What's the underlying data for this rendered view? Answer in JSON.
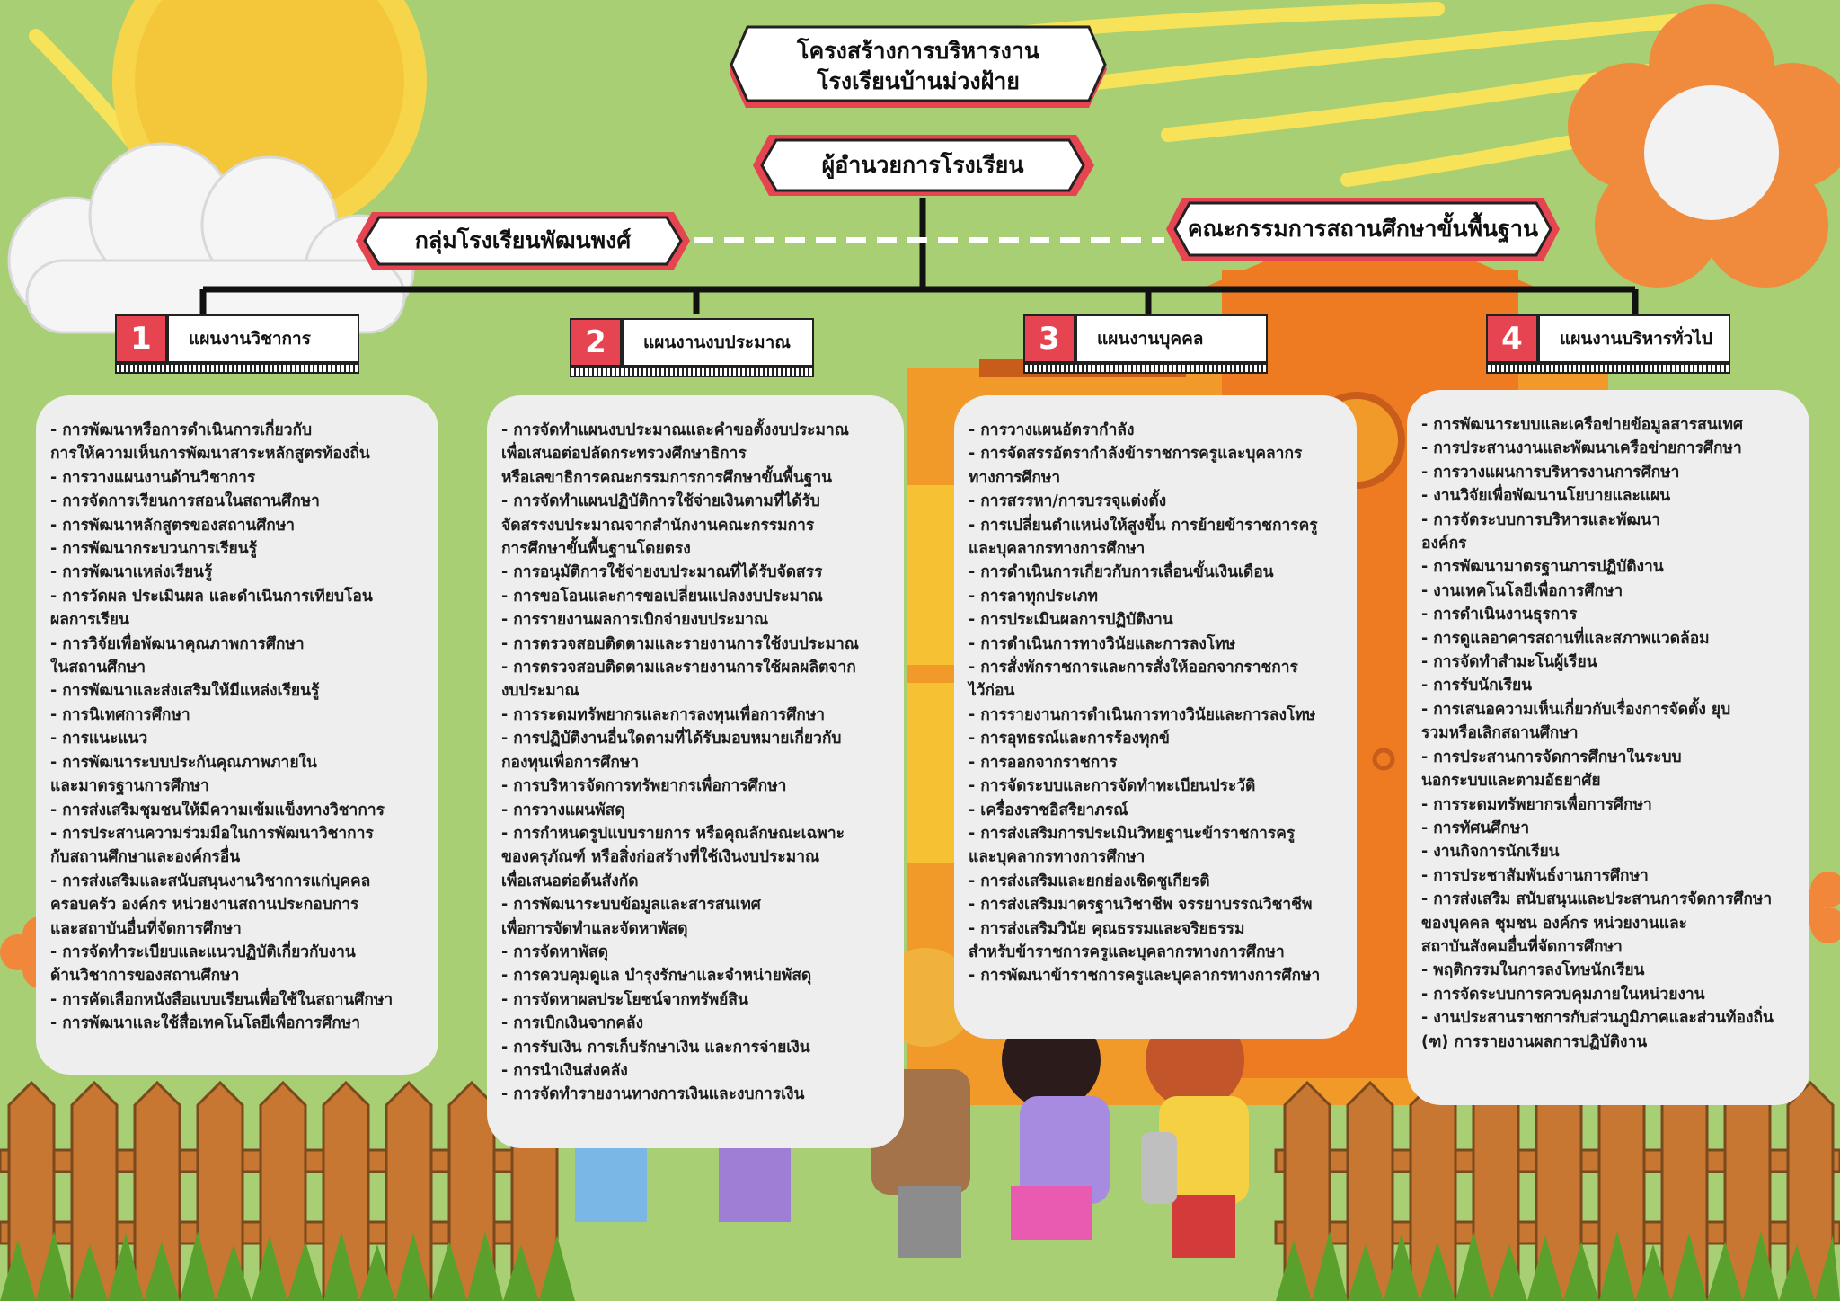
{
  "title": {
    "line1": "โครงสร้างการบริหารงาน",
    "line2": "โรงเรียนบ้านม่วงฝ้าย"
  },
  "director": "ผู้อำนวยการโรงเรียน",
  "left_group": "กลุ่มโรงเรียนพัฒนพงศ์",
  "right_group": "คณะกรรมการสถานศึกษาขั้นพื้นฐาน",
  "colors": {
    "accent": "#e74451",
    "background": "#a8cf74",
    "panel": "#eeeeee"
  },
  "plans": [
    {
      "number": "1",
      "label": "แผนงานวิชาการ",
      "items": [
        "- การพัฒนาหรือการดำเนินการเกี่ยวกับ\nการให้ความเห็นการพัฒนาสาระหลักสูตรท้องถิ่น",
        "- การวางแผนงานด้านวิชาการ",
        "- การจัดการเรียนการสอนในสถานศึกษา",
        "- การพัฒนาหลักสูตรของสถานศึกษา",
        "- การพัฒนากระบวนการเรียนรู้",
        "- การพัฒนาแหล่งเรียนรู้",
        "- การวัดผล ประเมินผล และดำเนินการเทียบโอน\nผลการเรียน",
        "- การวิจัยเพื่อพัฒนาคุณภาพการศึกษา\nในสถานศึกษา",
        "- การพัฒนาและส่งเสริมให้มีแหล่งเรียนรู้",
        "- การนิเทศการศึกษา",
        "- การแนะแนว",
        "- การพัฒนาระบบประกันคุณภาพภายใน\nและมาตรฐานการศึกษา",
        "- การส่งเสริมชุมชนให้มีความเข้มแข็งทางวิชาการ",
        "- การประสานความร่วมมือในการพัฒนาวิชาการ\nกับสถานศึกษาและองค์กรอื่น",
        "- การส่งเสริมและสนับสนุนงานวิชาการแก่บุคคล\nครอบครัว องค์กร หน่วยงานสถานประกอบการ\nและสถาบันอื่นที่จัดการศึกษา",
        "- การจัดทำระเบียบและแนวปฏิบัติเกี่ยวกับงาน\nด้านวิชาการของสถานศึกษา",
        "- การคัดเลือกหนังสือแบบเรียนเพื่อใช้ในสถานศึกษา",
        "- การพัฒนาและใช้สื่อเทคโนโลยีเพื่อการศึกษา"
      ]
    },
    {
      "number": "2",
      "label": "แผนงานงบประมาณ",
      "items": [
        "- การจัดทำแผนงบประมาณและคำขอตั้งงบประมาณ\nเพื่อเสนอต่อปลัดกระทรวงศึกษาธิการ\nหรือเลขาธิการคณะกรรมการการศึกษาขั้นพื้นฐาน",
        "- การจัดทำแผนปฏิบัติการใช้จ่ายเงินตามที่ได้รับ\nจัดสรรงบประมาณจากสำนักงานคณะกรรมการ\nการศึกษาขั้นพื้นฐานโดยตรง",
        "- การอนุมัติการใช้จ่ายงบประมาณที่ได้รับจัดสรร",
        "- การขอโอนและการขอเปลี่ยนแปลงงบประมาณ",
        "- การรายงานผลการเบิกจ่ายงบประมาณ",
        "- การตรวจสอบติดตามและรายงานการใช้งบประมาณ",
        "- การตรวจสอบติดตามและรายงานการใช้ผลผลิตจาก\nงบประมาณ",
        "- การระดมทรัพยากรและการลงทุนเพื่อการศึกษา",
        "- การปฏิบัติงานอื่นใดตามที่ได้รับมอบหมายเกี่ยวกับ\nกองทุนเพื่อการศึกษา",
        "- การบริหารจัดการทรัพยากรเพื่อการศึกษา",
        "- การวางแผนพัสดุ",
        "- การกำหนดรูปแบบรายการ หรือคุณลักษณะเฉพาะ\nของครุภัณฑ์ หรือสิ่งก่อสร้างที่ใช้เงินงบประมาณ\nเพื่อเสนอต่อต้นสังกัด",
        "- การพัฒนาระบบข้อมูลและสารสนเทศ\nเพื่อการจัดทำและจัดหาพัสดุ",
        "- การจัดหาพัสดุ",
        "- การควบคุมดูแล บำรุงรักษาและจำหน่ายพัสดุ",
        "- การจัดหาผลประโยชน์จากทรัพย์สิน",
        "- การเบิกเงินจากคลัง",
        "- การรับเงิน การเก็บรักษาเงิน และการจ่ายเงิน",
        "- การนำเงินส่งคลัง",
        "- การจัดทำรายงานทางการเงินและงบการเงิน"
      ]
    },
    {
      "number": "3",
      "label": "แผนงานบุคคล",
      "items": [
        "- การวางแผนอัตรากำลัง",
        "- การจัดสรรอัตรากำลังข้าราชการครูและบุคลากร\nทางการศึกษา",
        "- การสรรหา/การบรรจุแต่งตั้ง",
        "- การเปลี่ยนตำแหน่งให้สูงขึ้น การย้ายข้าราชการครู\nและบุคลากรทางการศึกษา",
        "- การดำเนินการเกี่ยวกับการเลื่อนขั้นเงินเดือน",
        "- การลาทุกประเภท",
        "- การประเมินผลการปฏิบัติงาน",
        "- การดำเนินการทางวินัยและการลงโทษ",
        "- การสั่งพักราชการและการสั่งให้ออกจากราชการ\nไว้ก่อน",
        "- การรายงานการดำเนินการทางวินัยและการลงโทษ",
        "- การอุทธรณ์และการร้องทุกข์",
        "- การออกจากราชการ",
        "- การจัดระบบและการจัดทำทะเบียนประวัติ",
        "- เครื่องราชอิสริยาภรณ์",
        "- การส่งเสริมการประเมินวิทยฐานะข้าราชการครู\nและบุคลากรทางการศึกษา",
        "- การส่งเสริมและยกย่องเชิดชูเกียรติ",
        "- การส่งเสริมมาตรฐานวิชาชีพ จรรยาบรรณวิชาชีพ",
        "- การส่งเสริมวินัย คุณธรรมและจริยธรรม\nสำหรับข้าราชการครูและบุคลากรทางการศึกษา",
        "- การพัฒนาข้าราชการครูและบุคลากรทางการศึกษา"
      ]
    },
    {
      "number": "4",
      "label": "แผนงานบริหารทั่วไป",
      "items": [
        "- การพัฒนาระบบและเครือข่ายข้อมูลสารสนเทศ",
        "- การประสานงานและพัฒนาเครือข่ายการศึกษา",
        "- การวางแผนการบริหารงานการศึกษา",
        "- งานวิจัยเพื่อพัฒนานโยบายและแผน",
        "- การจัดระบบการบริหารและพัฒนา\nองค์กร",
        "- การพัฒนามาตรฐานการปฏิบัติงาน",
        "- งานเทคโนโลยีเพื่อการศึกษา",
        "- การดำเนินงานธุรการ",
        "- การดูแลอาคารสถานที่และสภาพแวดล้อม",
        "- การจัดทำสำมะโนผู้เรียน",
        "- การรับนักเรียน",
        "- การเสนอความเห็นเกี่ยวกับเรื่องการจัดตั้ง ยุบ\nรวมหรือเลิกสถานศึกษา",
        "- การประสานการจัดการศึกษาในระบบ\nนอกระบบและตามอัธยาศัย",
        "- การระดมทรัพยากรเพื่อการศึกษา",
        "- การทัศนศึกษา",
        "- งานกิจการนักเรียน",
        "- การประชาสัมพันธ์งานการศึกษา",
        "- การส่งเสริม สนับสนุนและประสานการจัดการศึกษา\nของบุคคล ชุมชน องค์กร หน่วยงานและ\nสถาบันสังคมอื่นที่จัดการศึกษา",
        "- พฤติกรรมในการลงโทษนักเรียน",
        "- การจัดระบบการควบคุมภายในหน่วยงาน",
        "- งานประสานราชการกับส่วนภูมิภาคและส่วนท้องถิ่น\n(ฑ) การรายงานผลการปฏิบัติงาน"
      ]
    }
  ]
}
